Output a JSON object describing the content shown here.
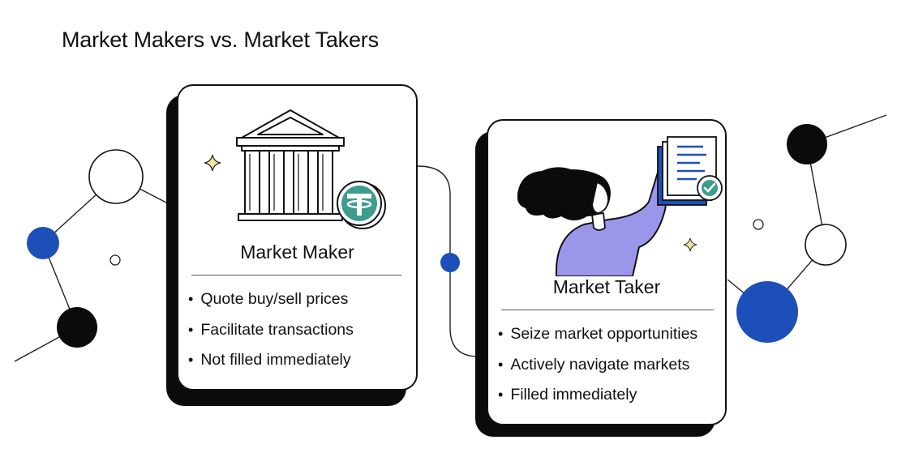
{
  "title": "Market Makers vs. Market Takers",
  "maker": {
    "title": "Market Maker",
    "bullets": [
      "Quote buy/sell prices",
      "Facilitate transactions",
      "Not filled immediately"
    ],
    "icons": [
      "bank-building-icon",
      "tether-coin-icon",
      "sparkle-icon"
    ]
  },
  "taker": {
    "title": "Market Taker",
    "bullets": [
      "Seize market opportunities",
      "Actively navigate markets",
      "Filled immediately"
    ],
    "icons": [
      "woman-holding-documents-icon",
      "document-stack-icon",
      "checkmark-badge-icon",
      "sparkle-icon"
    ]
  },
  "colors": {
    "accent_blue": "#1d4fb8",
    "tether_green": "#3e9c8d",
    "person_purple": "#9b96ea",
    "ink": "#111111"
  }
}
